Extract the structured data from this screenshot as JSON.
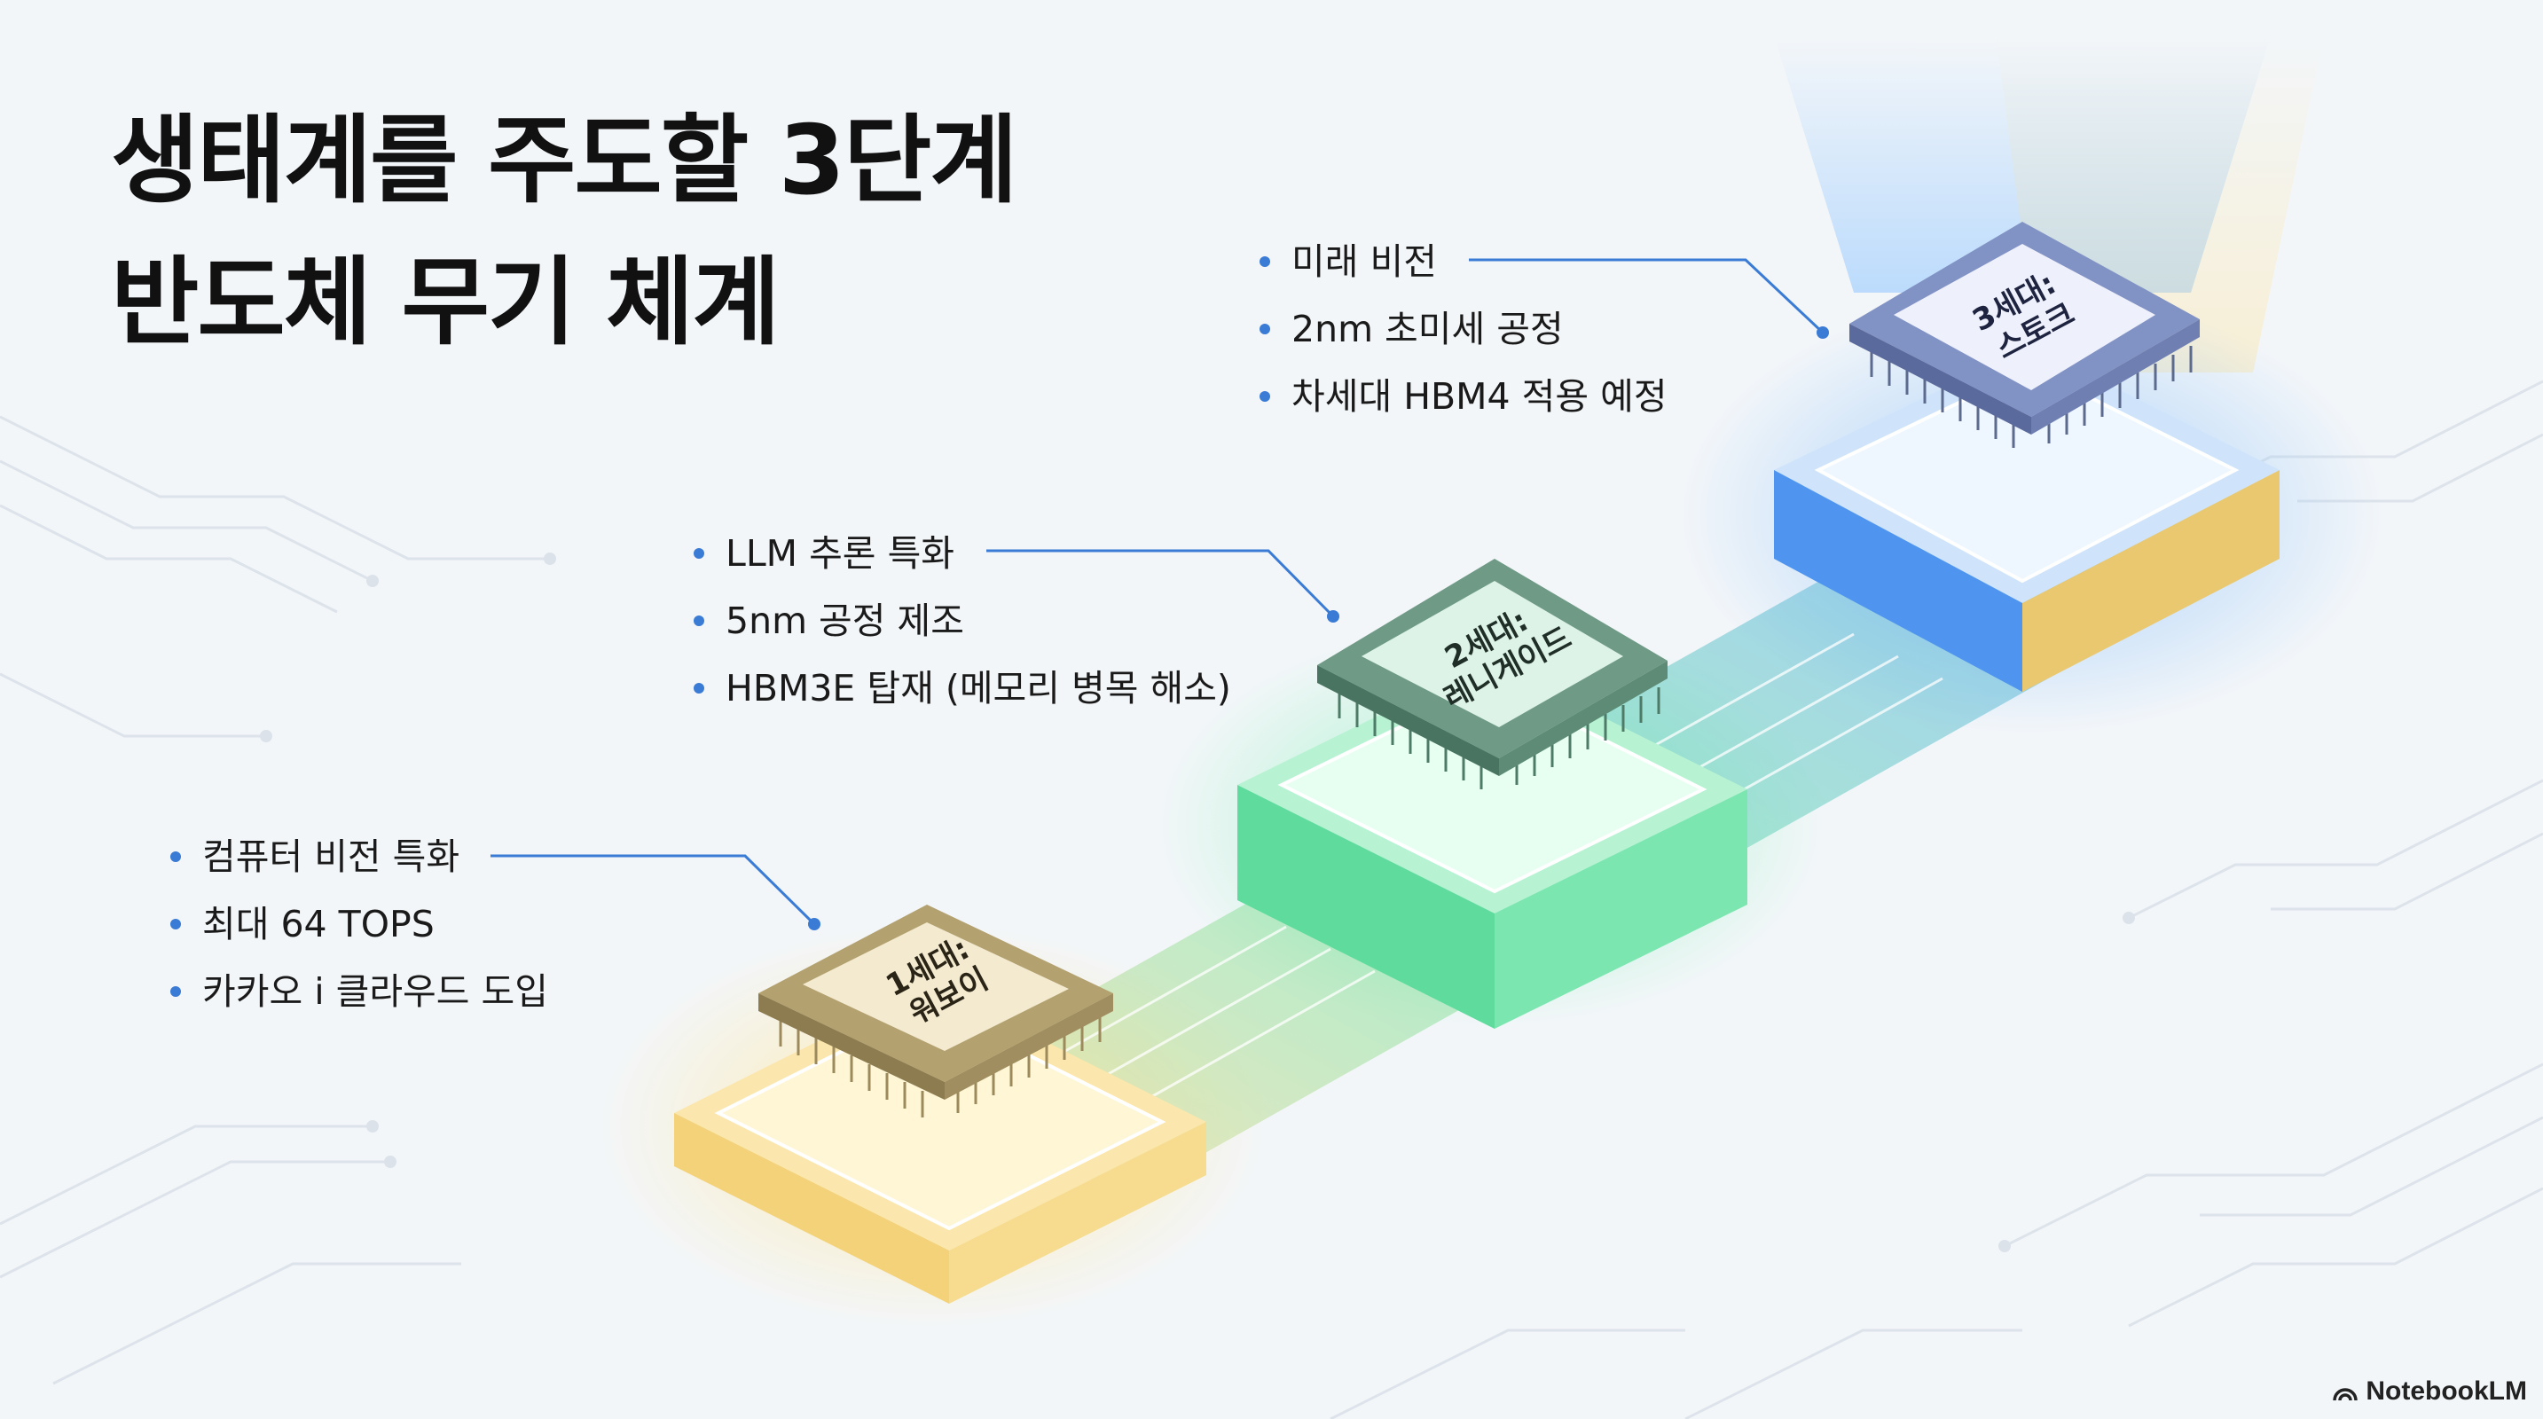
{
  "title": {
    "line1": "생태계를 주도할 3단계",
    "line2": "반도체 무기 체계"
  },
  "stages": [
    {
      "chip_line1": "1세대:",
      "chip_line2": "워보이",
      "color": "#e9c25e",
      "bullets": [
        "컴퓨터 비전 특화",
        "최대 64 TOPS",
        "카카오 i 클라우드 도입"
      ]
    },
    {
      "chip_line1": "2세대:",
      "chip_line2": "레니게이드",
      "color": "#39d98a",
      "bullets": [
        "LLM 추론 특화",
        "5nm 공정 제조",
        "HBM3E 탑재 (메모리 병목 해소)"
      ]
    },
    {
      "chip_line1": "3세대:",
      "chip_line2": "스토크",
      "color": "#3f8df0",
      "bullets": [
        "미래 비전",
        "2nm 초미세 공정",
        "차세대 HBM4 적용 예정"
      ]
    }
  ],
  "brand": "NotebookLM",
  "colors": {
    "bullet": "#3a7bd5",
    "leader_line": "#3a7bd5",
    "background": "#f3f6f9"
  }
}
